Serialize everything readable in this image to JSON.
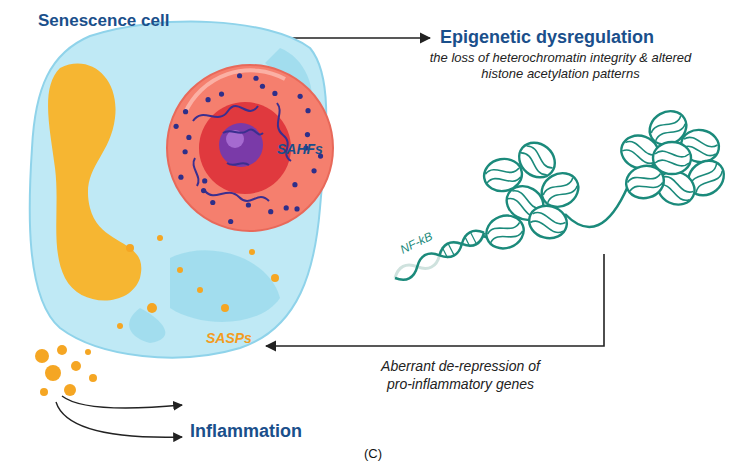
{
  "diagram": {
    "caption": "(C)",
    "nodes": [
      {
        "text": [
          "Senescence cell",
          "SASPs"
        ]
      },
      {
        "text": [
          "SAHFs"
        ],
        "in": 0
      }
    ],
    "labels": [
      "Epigenetic dysregulation",
      "the loss of heterochromatin integrity & altered histone acetylation patterns",
      "NF-kB",
      "Aberrant de-repression of pro-inflammatory genes",
      "Inflammation"
    ]
  }
}
